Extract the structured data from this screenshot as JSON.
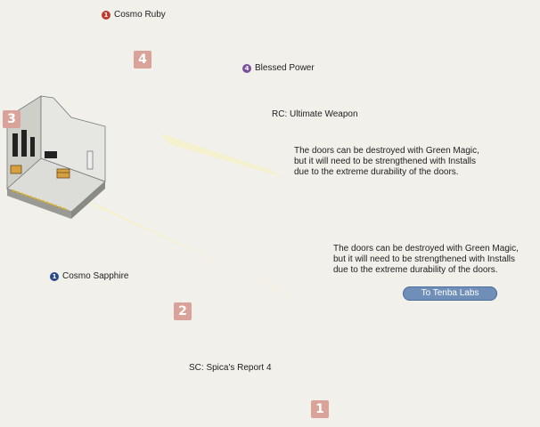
{
  "rooms": [
    {
      "number": "1"
    },
    {
      "number": "2"
    },
    {
      "number": "3"
    },
    {
      "number": "4"
    }
  ],
  "callouts": {
    "cosmo_ruby": {
      "badge": "1",
      "text": "Cosmo Ruby"
    },
    "blessed_power": {
      "badge": "4",
      "text": "Blessed Power"
    },
    "rc_ultimate": {
      "text": "RC: Ultimate Weapon"
    },
    "cosmo_sapphire": {
      "badge": "1",
      "text": "Cosmo Sapphire"
    },
    "sc_spica": {
      "text": "SC: Spica's Report 4"
    }
  },
  "notes": {
    "upper": {
      "line1": "The doors can be destroyed with Green Magic,",
      "line2": "but it will need to be strengthened with Installs",
      "line3": "due to the extreme durability of the doors."
    },
    "lower": {
      "line1": "The doors can be destroyed with Green Magic,",
      "line2": "but it will need to be strengthened with Installs",
      "line3": "due to the extreme durability of the doors."
    }
  },
  "exit_label": "To Tenba Labs",
  "colors": {
    "ruby_badge": "#c0392b",
    "power_badge": "#7a4fa0",
    "sapphire_badge": "#2a4a8c",
    "room_number": "#d9a39a",
    "exit_bubble": "#6f8fb8",
    "magic_marker": "#3b7fc4"
  },
  "icons": [
    "chest-icon",
    "magic-door-icon",
    "item-pickup-icon"
  ]
}
